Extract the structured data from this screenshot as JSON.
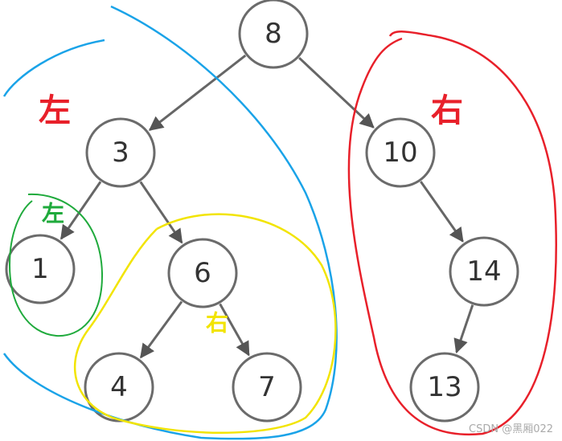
{
  "nodes": [
    {
      "id": "8",
      "label": "8"
    },
    {
      "id": "3",
      "label": "3"
    },
    {
      "id": "10",
      "label": "10"
    },
    {
      "id": "1",
      "label": "1"
    },
    {
      "id": "6",
      "label": "6"
    },
    {
      "id": "14",
      "label": "14"
    },
    {
      "id": "4",
      "label": "4"
    },
    {
      "id": "7",
      "label": "7"
    },
    {
      "id": "13",
      "label": "13"
    }
  ],
  "edges": [
    [
      "8",
      "3"
    ],
    [
      "8",
      "10"
    ],
    [
      "3",
      "1"
    ],
    [
      "3",
      "6"
    ],
    [
      "10",
      "14"
    ],
    [
      "6",
      "4"
    ],
    [
      "6",
      "7"
    ],
    [
      "14",
      "13"
    ]
  ],
  "annotations": {
    "left_root": {
      "text": "左",
      "color": "#e8202a"
    },
    "right_root": {
      "text": "右",
      "color": "#e8202a"
    },
    "left_sub": {
      "text": "左",
      "color": "#1faa3c"
    },
    "right_sub": {
      "text": "右",
      "color": "#f2e400"
    }
  },
  "outline_colors": {
    "left_subtree": "#1aa3e8",
    "right_subtree": "#e8202a",
    "node1_group": "#1faa3c",
    "node6_group": "#f2e400"
  },
  "watermark": "CSDN @黑厢022"
}
